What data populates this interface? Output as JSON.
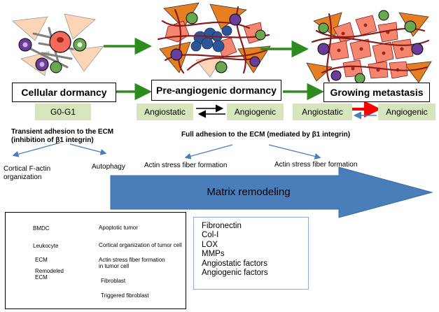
{
  "stages": {
    "dormancy": "Cellular dormancy",
    "pre_angiogenic": "Pre-angiogenic dormancy",
    "growing": "Growing metastasis"
  },
  "phase_label": "G0-G1",
  "switch_labels": {
    "angiostatic": "Angiostatic",
    "angiogenic": "Angiogenic"
  },
  "notes": {
    "transient_line1": "Transient adhesion to the ECM",
    "transient_line2": "(inhibition of β1 integrin)",
    "cortical_line1": "Cortical F-actin",
    "cortical_line2": "organization",
    "autophagy": "Autophagy",
    "full_adhesion": "Full  adhesion to the ECM (mediated by β1 integrin)",
    "stress_fiber_left": "Actin stress fiber formation",
    "stress_fiber_right": "Actin stress fiber formation"
  },
  "matrix_remodeling": "Matrix remodeling",
  "factors": [
    "Fibronectin",
    "Col-I",
    "LOX",
    "MMPs",
    "Angiostatic factors",
    "Angiogenic factors"
  ],
  "legend": {
    "bmdc": "BMDC",
    "leukocyte": "Leukocyte",
    "ecm": "ECM",
    "remodeled_ecm_line1": "Remodeled",
    "remodeled_ecm_line2": "ECM",
    "apoptotic": "Apoptotic tumor",
    "cortical_tumor": "Cortical organization of tumor cell",
    "stress_fiber_tumor_line1": "Actin stress fiber formation",
    "stress_fiber_tumor_line2": "in tumor cell",
    "fibroblast": "Fibroblast",
    "triggered_fibroblast": "Triggered fibroblast"
  },
  "colors": {
    "green_arrow": "#2e8b1e",
    "blue_arrow": "#4a7ebb",
    "red_arrow": "#ff0000",
    "pill": "#d7e4bd",
    "bmdc": "#6a3d9a",
    "leukocyte": "#6aa84f",
    "tumor_cortical": "#f26b5b",
    "stress_fiber_cell": "#f4866f",
    "apoptotic": "#2e5597",
    "fibroblast": "#fbd5b5",
    "triggered_fibroblast": "#e67e22",
    "ecm": "#7f7f7f",
    "remodeled_ecm": "#8b1a1a"
  }
}
